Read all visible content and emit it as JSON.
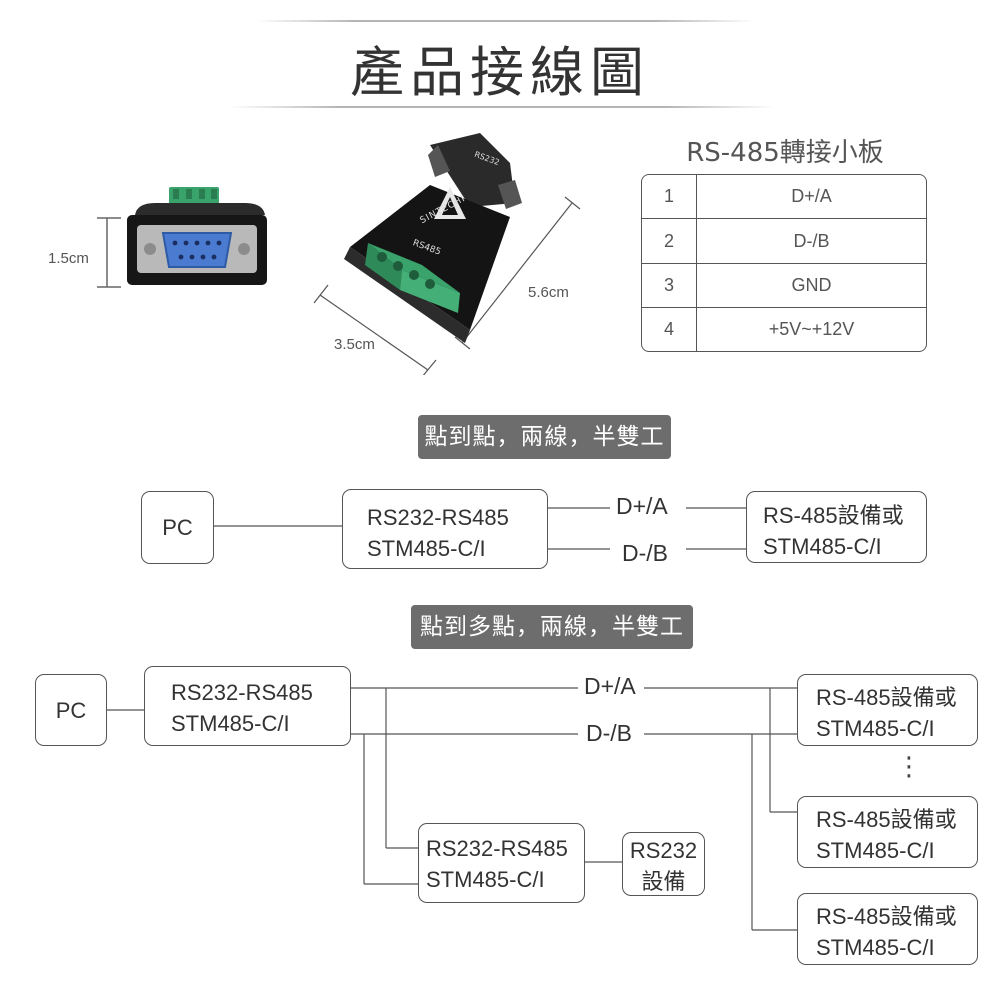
{
  "header": {
    "title": "產品接線圖"
  },
  "dimensions": {
    "height": "1.5cm",
    "length": "5.6cm",
    "width": "3.5cm"
  },
  "device": {
    "logo_text": "SINTECHI",
    "port_top": "RS232",
    "port_bottom": "RS485"
  },
  "pin_table": {
    "title": "RS-485轉接小板",
    "rows": [
      {
        "pin": "1",
        "signal": "D+/A"
      },
      {
        "pin": "2",
        "signal": "D-/B"
      },
      {
        "pin": "3",
        "signal": "GND"
      },
      {
        "pin": "4",
        "signal": "+5V~+12V"
      }
    ]
  },
  "p2p": {
    "heading": "點到點，兩線，半雙工",
    "pc": "PC",
    "converter": [
      "RS232-RS485",
      "STM485-C/I"
    ],
    "line_a": "D+/A",
    "line_b": "D-/B",
    "device": [
      "RS-485設備或",
      "STM485-C/I"
    ]
  },
  "p2m": {
    "heading": "點到多點，兩線，半雙工",
    "pc": "PC",
    "converter": [
      "RS232-RS485",
      "STM485-C/I"
    ],
    "line_a": "D+/A",
    "line_b": "D-/B",
    "devices": [
      [
        "RS-485設備或",
        "STM485-C/I"
      ],
      [
        "RS-485設備或",
        "STM485-C/I"
      ],
      [
        "RS-485設備或",
        "STM485-C/I"
      ]
    ],
    "ellipsis": "⋮",
    "sub_converter": [
      "RS232-RS485",
      "STM485-C/I"
    ],
    "rs232_device": [
      "RS232",
      "設備"
    ]
  },
  "colors": {
    "pill_bg": "#6d6d6d",
    "terminal_green": "#3aa36b",
    "db9_blue": "#4a7bd0",
    "device_body": "#1a1a1a"
  }
}
